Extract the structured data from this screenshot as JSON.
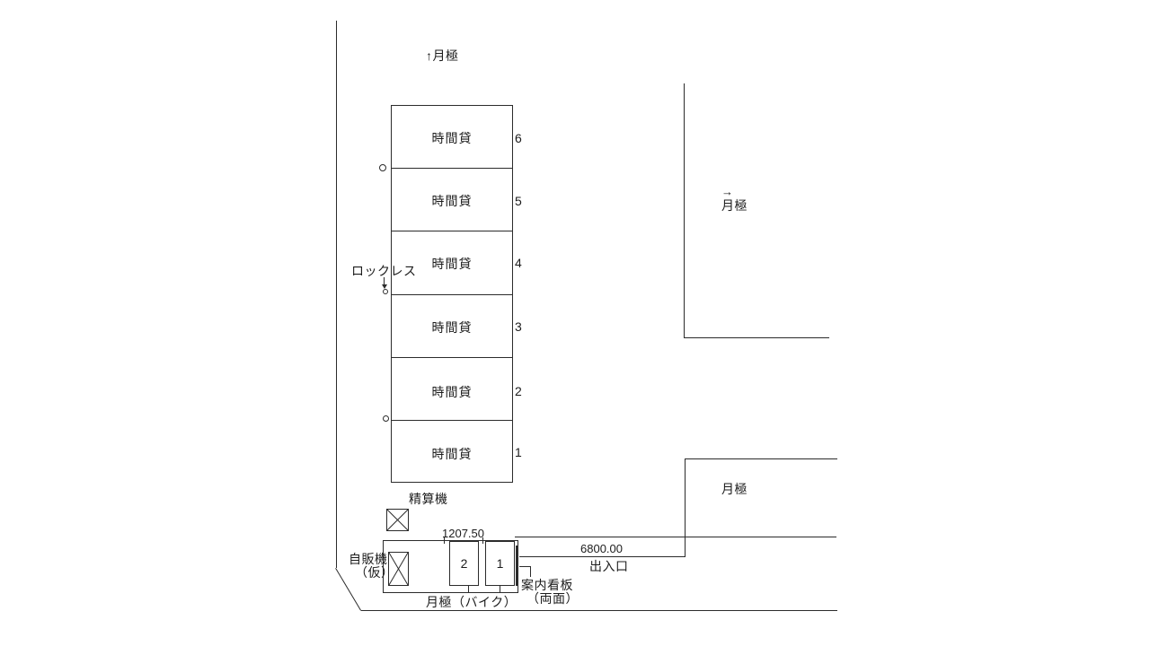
{
  "labels": {
    "north_monthly": "↑月極",
    "east_arrow": "→",
    "east_monthly": "月極",
    "southeast_monthly": "月極",
    "lockless": "ロックレス",
    "pay_machine": "精算機",
    "vending_line1": "自販機",
    "vending_line2": "（仮）",
    "bike_monthly": "月極（バイク）",
    "signboard_line1": "案内看板",
    "signboard_line2": "（両面）",
    "entrance": "出入口"
  },
  "dimensions": {
    "bike_width": "1207.50",
    "entrance_width": "6800.00"
  },
  "hourly_spaces": [
    {
      "label": "時間貸",
      "number": "6"
    },
    {
      "label": "時間貸",
      "number": "5"
    },
    {
      "label": "時間貸",
      "number": "4"
    },
    {
      "label": "時間貸",
      "number": "3"
    },
    {
      "label": "時間貸",
      "number": "2"
    },
    {
      "label": "時間貸",
      "number": "1"
    }
  ],
  "bike_spaces": [
    {
      "number": "2"
    },
    {
      "number": "1"
    }
  ],
  "colors": {
    "line": "#2b2b2b",
    "background": "#ffffff",
    "text": "#1c1c1c"
  }
}
